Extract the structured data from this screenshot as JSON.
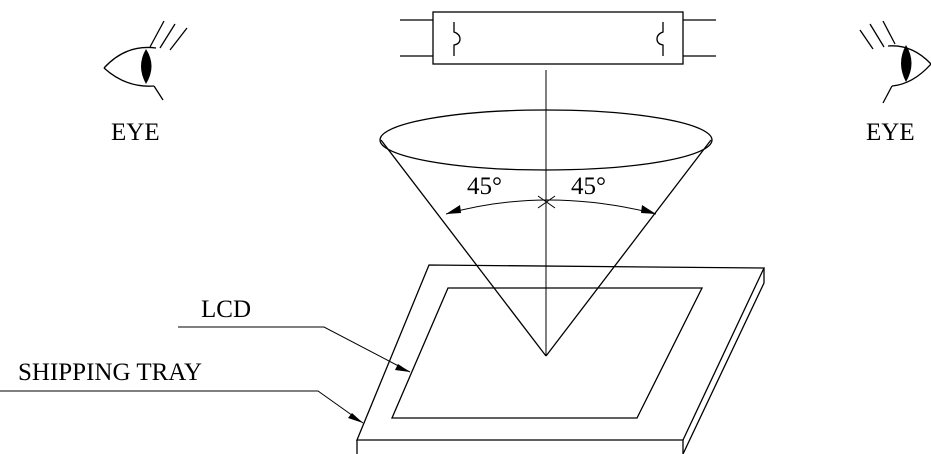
{
  "labels": {
    "eye_left": "EYE",
    "eye_right": "EYE",
    "angle_left": "45°",
    "angle_right": "45°",
    "lcd": "LCD",
    "shipping_tray": "SHIPPING TRAY"
  },
  "colors": {
    "line": "#000000",
    "pupil": "#000000",
    "background": "#ffffff"
  },
  "icons": {
    "eye_left": "eye-icon",
    "eye_right": "eye-icon",
    "light_source": "fluorescent-lamp-icon"
  }
}
